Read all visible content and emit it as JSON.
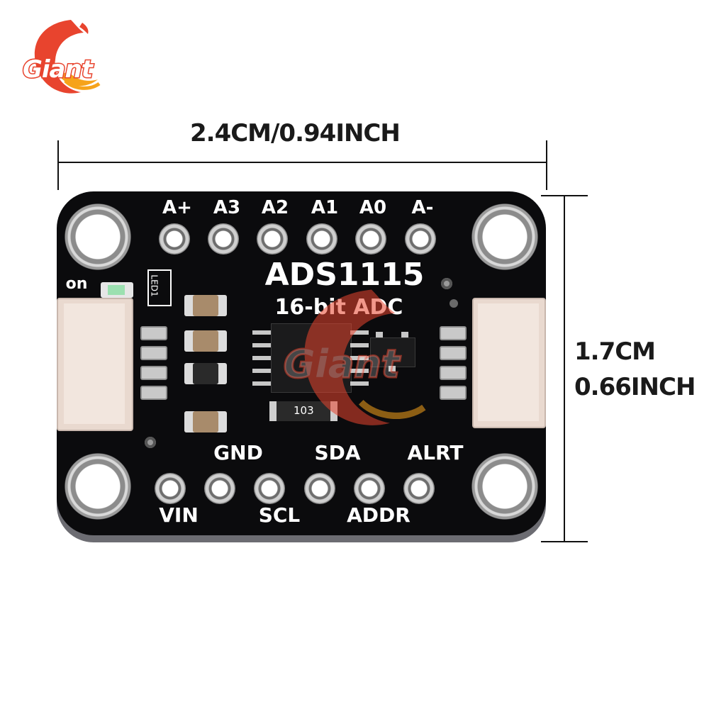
{
  "logo": {
    "text": "Giant",
    "colors": {
      "main": "#e8442e",
      "accent": "#f6a31a"
    }
  },
  "dimensions": {
    "width_label": "2.4CM/0.94INCH",
    "height_label_line1": "1.7CM",
    "height_label_line2": "0.66INCH"
  },
  "board": {
    "title": "ADS1115",
    "subtitle": "16-bit ADC",
    "top_pins": [
      "A+",
      "A3",
      "A2",
      "A1",
      "A0",
      "A-"
    ],
    "bottom_pins_upper": [
      "GND",
      "SDA",
      "ALRT"
    ],
    "bottom_pins_lower": [
      "VIN",
      "SCL",
      "ADDR"
    ],
    "led_label": "on",
    "led_ref": "LED1",
    "resistor_code": "103",
    "watermark": "Giant",
    "colors": {
      "pcb": "#0b0b0d",
      "silkscreen": "#ffffff"
    }
  }
}
